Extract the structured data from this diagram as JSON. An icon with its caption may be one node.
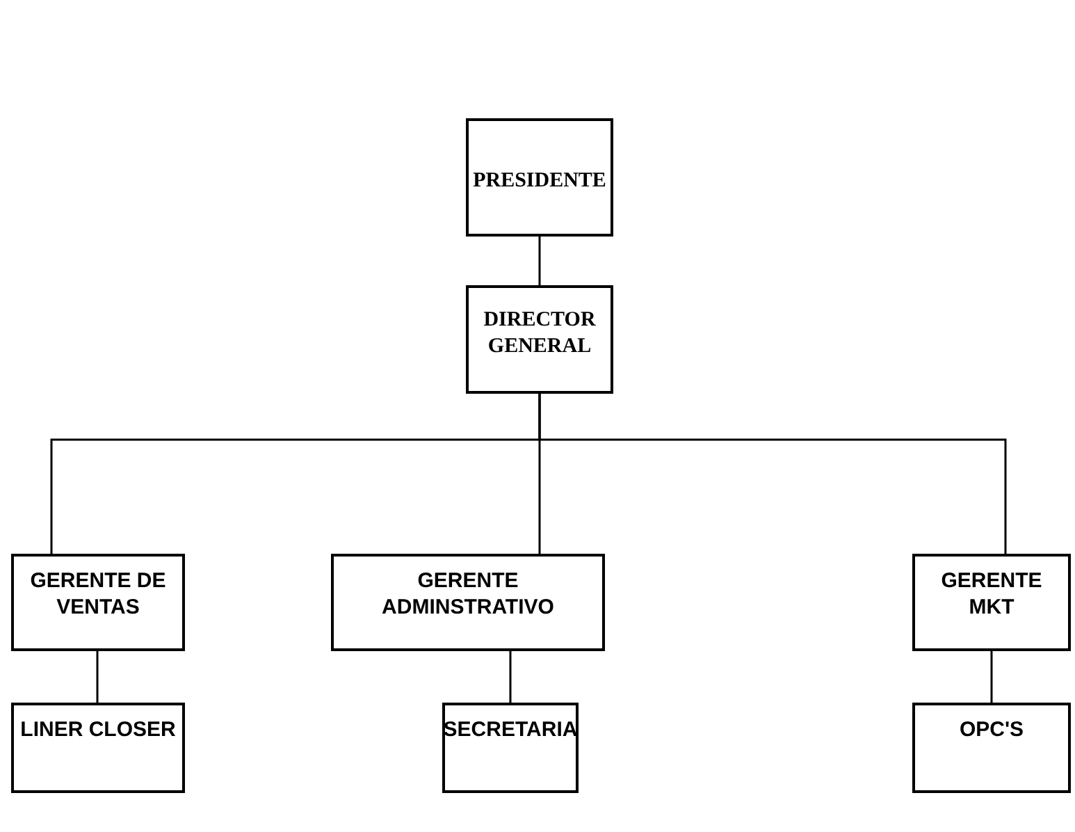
{
  "diagram": {
    "nodes": [
      {
        "text": [
          "PRESIDENTE"
        ]
      },
      {
        "text": [
          "DIRECTOR GENERAL"
        ]
      },
      {
        "text": [
          "GERENTE DE VENTAS"
        ]
      },
      {
        "text": [
          "GERENTE ADMINSTRATIVO"
        ]
      },
      {
        "text": [
          "GERENTE MKT"
        ]
      },
      {
        "text": [
          "LINER CLOSER"
        ]
      },
      {
        "text": [
          "SECRETARIA"
        ]
      },
      {
        "text": [
          "OPC'S"
        ]
      }
    ],
    "edges": [
      {
        "from": 0,
        "to": 1,
        "arrow": "none"
      },
      {
        "from": 1,
        "to": 2,
        "arrow": "none"
      },
      {
        "from": 1,
        "to": 3,
        "arrow": "none"
      },
      {
        "from": 1,
        "to": 4,
        "arrow": "none"
      },
      {
        "from": 2,
        "to": 5,
        "arrow": "none"
      },
      {
        "from": 3,
        "to": 6,
        "arrow": "none"
      },
      {
        "from": 4,
        "to": 7,
        "arrow": "none"
      }
    ]
  }
}
